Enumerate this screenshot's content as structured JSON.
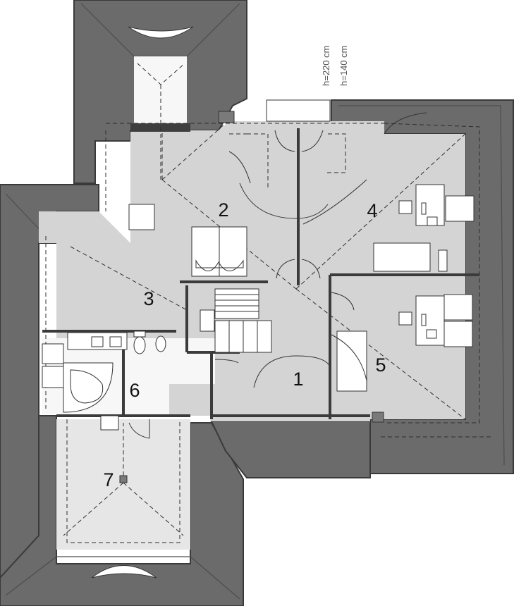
{
  "plan": {
    "rooms": [
      {
        "id": "room-1",
        "label": "1"
      },
      {
        "id": "room-2",
        "label": "2"
      },
      {
        "id": "room-3",
        "label": "3"
      },
      {
        "id": "room-4",
        "label": "4"
      },
      {
        "id": "room-5",
        "label": "5"
      },
      {
        "id": "room-6",
        "label": "6"
      },
      {
        "id": "room-7",
        "label": "7"
      }
    ],
    "height_notes": [
      "h=220 cm",
      "h=140 cm"
    ]
  },
  "colors": {
    "roof": "#6b6b6b",
    "floor": "#d4d4d4",
    "wall": "#3b3b3b"
  }
}
